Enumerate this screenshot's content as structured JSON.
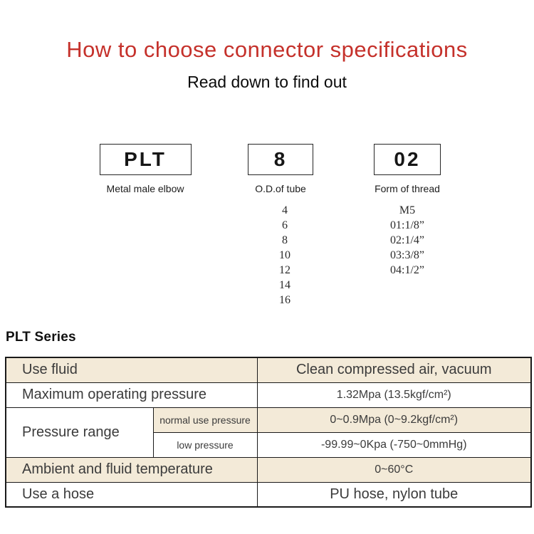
{
  "header": {
    "title": "How to choose connector specifications",
    "subtitle": "Read down to find out"
  },
  "selector": {
    "boxes": [
      {
        "code": "PLT",
        "label": "Metal male elbow"
      },
      {
        "code": "8",
        "label": "O.D.of tube"
      },
      {
        "code": "02",
        "label": "Form of thread"
      }
    ],
    "tube_sizes": [
      "4",
      "6",
      "8",
      "10",
      "12",
      "14",
      "16"
    ],
    "thread_options": [
      "M5",
      "01:1/8”",
      "02:1/4”",
      "03:3/8”",
      "04:1/2”"
    ]
  },
  "series": {
    "heading": "PLT Series"
  },
  "spec_table": {
    "use_fluid": {
      "label": "Use fluid",
      "value": "Clean compressed air, vacuum"
    },
    "max_pressure": {
      "label": "Maximum operating pressure",
      "value": "1.32Mpa (13.5kgf/cm²)"
    },
    "pressure_range": {
      "label": "Pressure range",
      "normal": {
        "label": "normal use pressure",
        "value": "0~0.9Mpa (0~9.2kgf/cm²)"
      },
      "low": {
        "label": "low pressure",
        "value": "-99.99~0Kpa (-750~0mmHg)"
      }
    },
    "temperature": {
      "label": "Ambient and fluid temperature",
      "value": "0~60°C"
    },
    "hose": {
      "label": "Use a hose",
      "value": "PU hose, nylon tube"
    }
  },
  "colors": {
    "accent_red": "#c5312b",
    "row_beige": "#f3ead8",
    "border_dark": "#1a1a1a",
    "text_dark": "#3b3b3b"
  }
}
